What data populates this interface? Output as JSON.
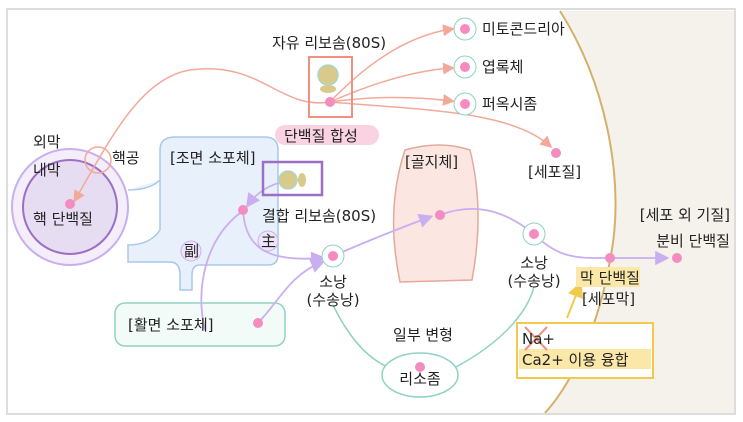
{
  "colors": {
    "pink": "#f58cc0",
    "salmon": "#f2a99a",
    "purple": "#9b6fc4",
    "lavender": "#c9aef0",
    "teal": "#8fd3c1",
    "blue": "#a8c8e8",
    "gold": "#d4b06a",
    "yellow": "#f2c94c"
  },
  "nucleus": {
    "outer": "외막",
    "inner": "내막",
    "pore": "핵공",
    "protein": "핵 단백질"
  },
  "free_ribosome": {
    "label": "자유 리보솜(80S)",
    "process": "단백질 합성"
  },
  "targets": [
    {
      "label": "미토콘드리아"
    },
    {
      "label": "엽록체"
    },
    {
      "label": "퍼옥시좀"
    },
    {
      "label": "[세포질]"
    }
  ],
  "rough_er": {
    "label": "[조면 소포체]"
  },
  "bound_ribosome": {
    "label": "결합 리보솜(80S)",
    "main": "主",
    "sub": "副"
  },
  "smooth_er": {
    "label": "[활면 소포체]"
  },
  "golgi": {
    "label": "[골지체]"
  },
  "vesicle1": {
    "line1": "소낭",
    "line2": "(수송낭)"
  },
  "vesicle2": {
    "line1": "소낭",
    "line2": "(수송낭)"
  },
  "lysosome": {
    "label": "리소좀",
    "note": "일부 변형"
  },
  "membrane": {
    "protein": "막 단백질",
    "label": "[세포막]"
  },
  "extracellular": {
    "label": "[세포 외 기질]",
    "protein": "분비 단백질"
  },
  "fusion": {
    "na": "Na+",
    "ca": "Ca2+ 이용 융합"
  }
}
